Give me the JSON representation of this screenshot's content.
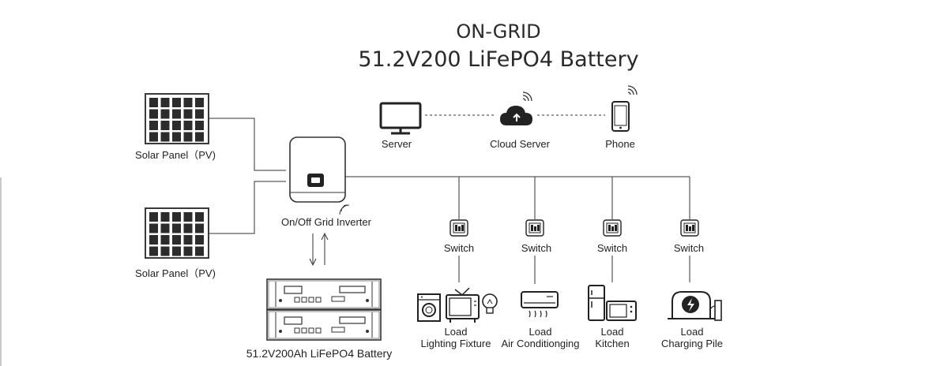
{
  "title": {
    "line1": "ON-GRID",
    "line2": "51.2V200 LiFePO4 Battery"
  },
  "colors": {
    "line": "#333333",
    "panel_cell": "#2c2c2c",
    "border": "#3a3a3a"
  },
  "nodes": {
    "solar_top": "Solar Panel（PV)",
    "solar_bottom": "Solar Panel（PV)",
    "inverter": "On/Off Grid Inverter",
    "battery": "51.2V200Ah LiFePO4 Battery",
    "server": "Server",
    "cloud": "Cloud Server",
    "phone": "Phone"
  },
  "branches": [
    {
      "switch": "Switch",
      "load": "Load",
      "name": "Lighting Fixture"
    },
    {
      "switch": "Switch",
      "load": "Load",
      "name": "Air Conditionging"
    },
    {
      "switch": "Switch",
      "load": "Load",
      "name": "Kitchen"
    },
    {
      "switch": "Switch",
      "load": "Load",
      "name": "Charging Pile"
    }
  ]
}
